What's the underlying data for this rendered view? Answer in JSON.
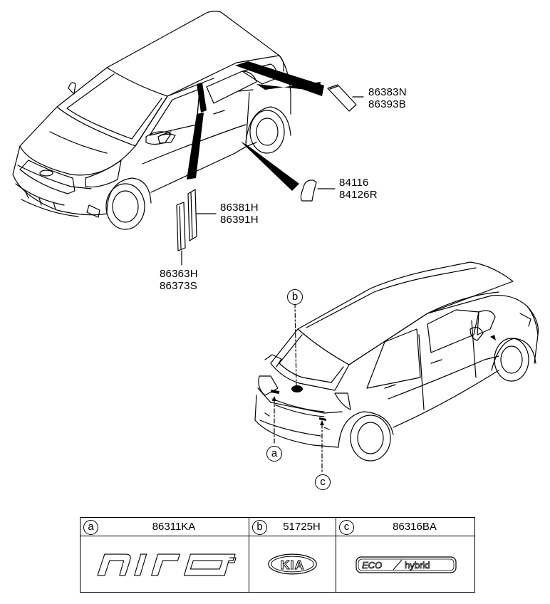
{
  "parts": {
    "rear_glass_moulding": [
      "86383N",
      "86393B"
    ],
    "fuel_filler_pad": [
      "84116",
      "84126R"
    ],
    "pillar_tape_rear": [
      "86381H",
      "86391H"
    ],
    "pillar_tape_front": [
      "86363H",
      "86373S"
    ]
  },
  "callouts": [
    "b",
    "a",
    "c"
  ],
  "table": {
    "cells": [
      {
        "letter": "a",
        "part_no": "86311KA",
        "emblem": "niro"
      },
      {
        "letter": "b",
        "part_no": "51725H",
        "emblem": "KIA"
      },
      {
        "letter": "c",
        "part_no": "86316BA",
        "emblem_left": "ECO",
        "emblem_right": "hybrid"
      }
    ]
  }
}
